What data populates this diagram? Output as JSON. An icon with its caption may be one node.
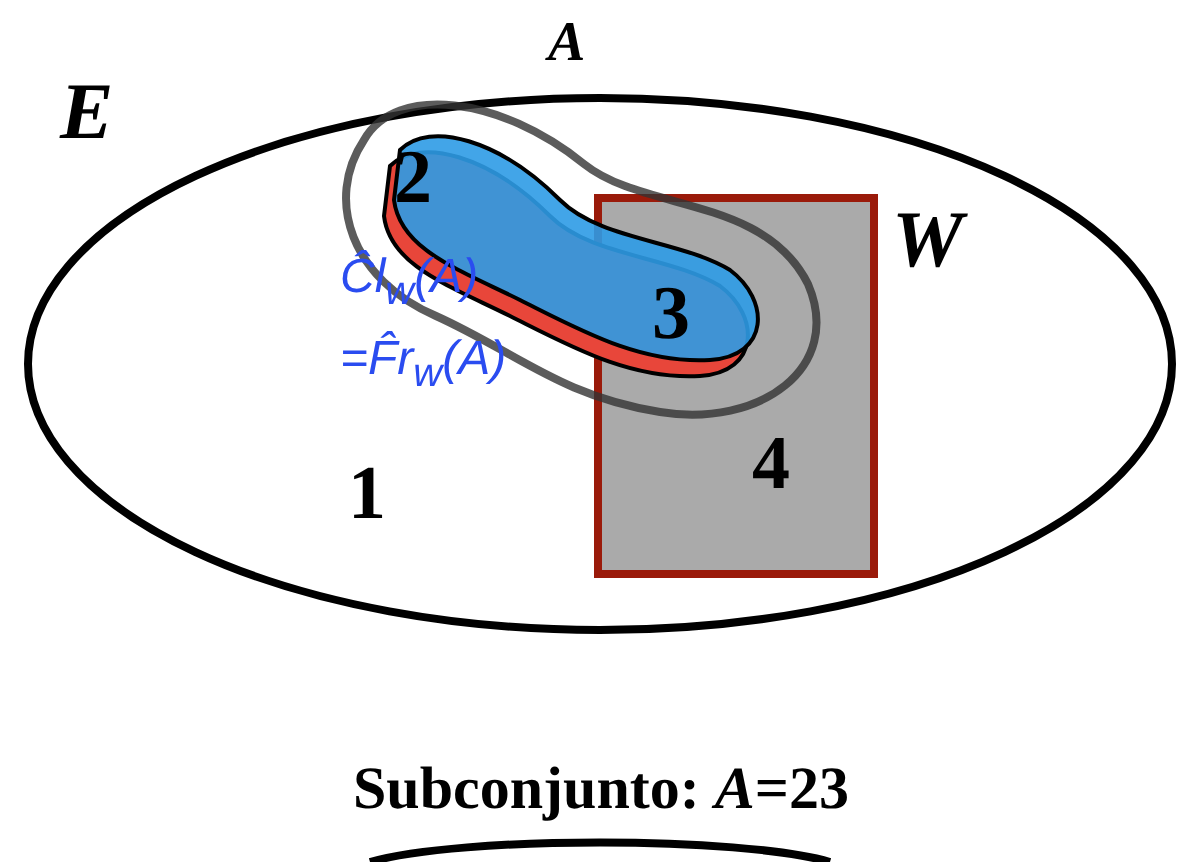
{
  "diagram": {
    "caption": "Subconjunto: *A*=23",
    "nodes": [
      {
        "text": [
          "E"
        ]
      },
      {
        "text": [
          "A"
        ],
        "in": 0
      },
      {
        "text": [
          "W"
        ],
        "in": 0
      }
    ],
    "labels": [
      "1",
      "2",
      "3",
      "4",
      "Ĉl$_{w}$(A) =F̂r$_{w}$(A)"
    ]
  }
}
